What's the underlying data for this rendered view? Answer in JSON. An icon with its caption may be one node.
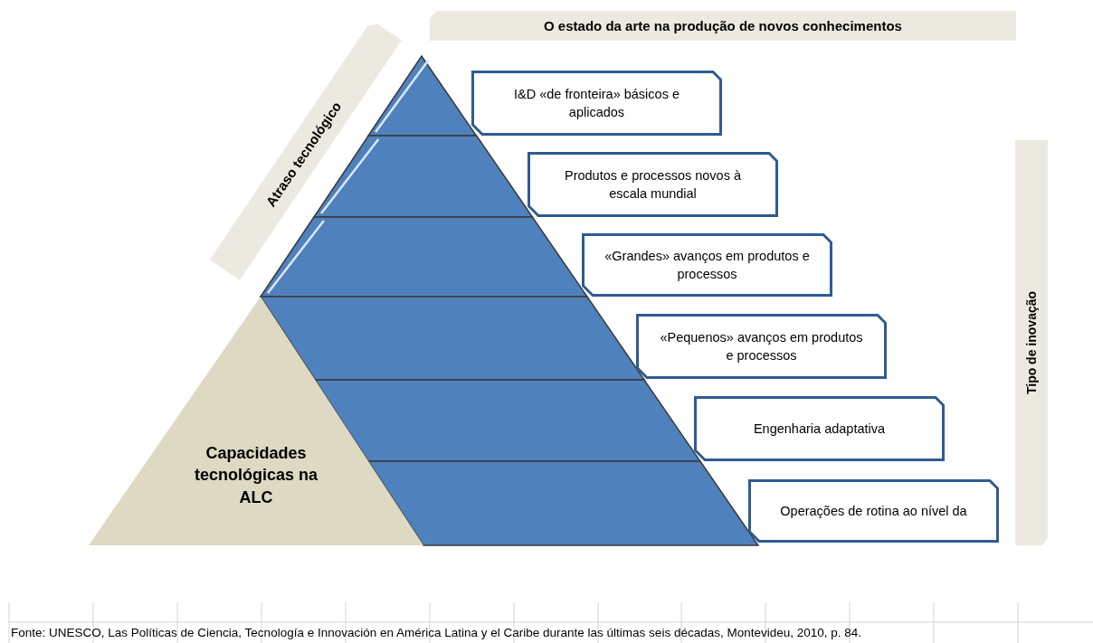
{
  "diagram": {
    "caption": "Fonte: UNESCO, Las Políticas de Ciencia, Tecnología e Innovación en América Latina y el Caribe durante las últimas seis décadas, Montevideu, 2010, p. 84.",
    "nodes": [
      {
        "text": [
          "O estado da arte na produção de novos conhecimentos"
        ]
      },
      {
        "text": [
          "Atraso tecnológico"
        ]
      },
      {
        "text": [
          "Tipo de inovação"
        ]
      },
      {
        "text": [],
        "shape": "triangle"
      },
      {
        "text": [],
        "shape": "trapezoid"
      },
      {
        "text": [],
        "shape": "trapezoid"
      },
      {
        "text": [],
        "shape": "trapezoid"
      },
      {
        "text": [],
        "shape": "trapezoid"
      },
      {
        "text": [],
        "shape": "trapezoid"
      },
      {
        "text": [
          "Capacidades tecnológicas na ALC"
        ]
      },
      {
        "text": [
          "I&D «de fronteira» básicos e aplicados"
        ]
      },
      {
        "text": [
          "Produtos  e processos novos à escala mundial"
        ]
      },
      {
        "text": [
          "«Grandes» avanços em produtos e processos"
        ]
      },
      {
        "text": [
          "«Pequenos» avanços em produtos  e processos"
        ]
      },
      {
        "text": [
          "Engenharia adaptativa"
        ]
      },
      {
        "text": [
          "Operações de rotina ao nível da"
        ]
      }
    ],
    "edges": []
  }
}
